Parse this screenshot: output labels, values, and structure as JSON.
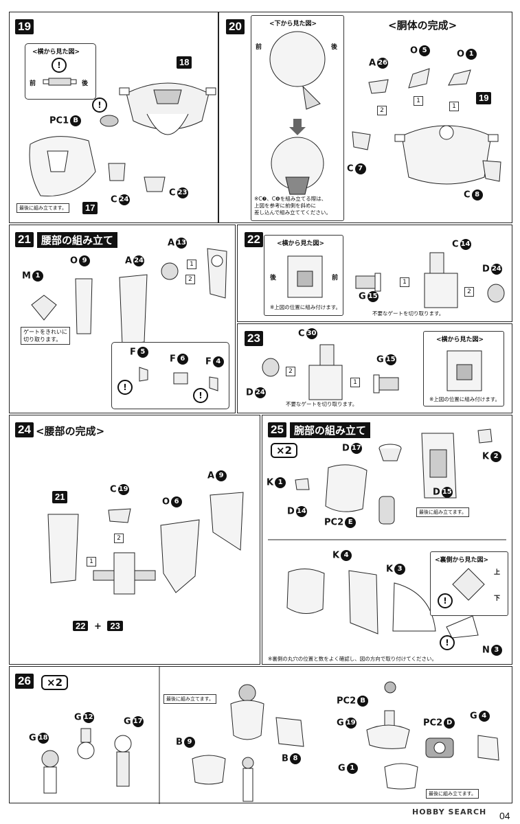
{
  "steps": {
    "s19": {
      "num": "19",
      "inset_title": "<横から見た図>",
      "front": "前",
      "back": "後",
      "pc1": "PC1",
      "pc1_id": "B",
      "c24": "C",
      "c24_id": "24",
      "c23": "C",
      "c23_id": "23",
      "ref18": "18",
      "ref17": "17",
      "last_note": "最後に組み立てます。"
    },
    "s20": {
      "num": "20",
      "inset_title": "<下から見た図>",
      "front": "前",
      "back": "後",
      "title": "<胴体の完成>",
      "a": "A",
      "a_id": "26",
      "o5": "O",
      "o5_id": "5",
      "o1": "O",
      "o1_id": "1",
      "c7": "C",
      "c7_id": "7",
      "c8": "C",
      "c8_id": "8",
      "ref19": "19",
      "seq1": "1",
      "seq2": "2",
      "note": "※C❼、C❽を組み立てる際は、\n上図を参考に前側を斜めに\n差し込んで組み立ててください。"
    },
    "s21": {
      "num": "21",
      "title": "腰部の組み立て",
      "m": "M",
      "m_id": "1",
      "o": "O",
      "o_id": "9",
      "a24": "A",
      "a24_id": "24",
      "a13": "A",
      "a13_id": "13",
      "f5": "F",
      "f5_id": "5",
      "f6": "F",
      "f6_id": "6",
      "f4": "F",
      "f4_id": "4",
      "seq1": "1",
      "seq2": "2",
      "gate_note": "ゲートをきれいに\n切り取ります。"
    },
    "s22": {
      "num": "22",
      "inset_title": "<横から見た図>",
      "back": "後",
      "front": "前",
      "inset_note": "※上図の位置に組み付けます。",
      "g": "G",
      "g_id": "15",
      "c": "C",
      "c_id": "14",
      "d": "D",
      "d_id": "24",
      "seq1": "1",
      "seq2": "2",
      "gate_note": "不要なゲートを切り取ります。"
    },
    "s23": {
      "num": "23",
      "c": "C",
      "c_id": "30",
      "g": "G",
      "g_id": "15",
      "d": "D",
      "d_id": "24",
      "inset_title": "<横から見た図>",
      "inset_note": "※上図の位置に組み付けます。",
      "seq1": "1",
      "seq2": "2",
      "gate_note": "不要なゲートを切り取ります。"
    },
    "s24": {
      "num": "24",
      "title": "<腰部の完成>",
      "c": "C",
      "c_id": "19",
      "o": "O",
      "o_id": "6",
      "a": "A",
      "a_id": "9",
      "ref21": "21",
      "ref22": "22",
      "plus": "+",
      "ref23": "23",
      "seq1": "1",
      "seq2": "2"
    },
    "s25": {
      "num": "25",
      "title": "腕部の組み立て",
      "mult": "×2",
      "d17": "D",
      "d17_id": "17",
      "k2": "K",
      "k2_id": "2",
      "k1": "K",
      "k1_id": "1",
      "d14": "D",
      "d14_id": "14",
      "d15": "D",
      "d15_id": "15",
      "pc2": "PC2",
      "pc2_id": "E",
      "last_note": "最後に組み立てます。",
      "k4": "K",
      "k4_id": "4",
      "k3": "K",
      "k3_id": "3",
      "inset_title": "<裏側から見た図>",
      "up": "上",
      "down": "下",
      "n3": "N",
      "n3_id": "3",
      "bottom_note": "※裏側の丸穴の位置と数をよく確認し、図の方向で取り付けてください。"
    },
    "s26": {
      "num": "26",
      "mult": "×2",
      "g18": "G",
      "g18_id": "18",
      "g12": "G",
      "g12_id": "12",
      "g17": "G",
      "g17_id": "17",
      "b9": "B",
      "b9_id": "9",
      "b8": "B",
      "b8_id": "8",
      "last_note1": "最後に組み立てます。",
      "pc2b": "PC2",
      "pc2b_id": "B",
      "g19": "G",
      "g19_id": "19",
      "pc2d": "PC2",
      "pc2d_id": "D",
      "g4": "G",
      "g4_id": "4",
      "g1": "G",
      "g1_id": "1",
      "last_note2": "最後に組み立てます。"
    }
  },
  "watermark": "HOBBY SEARCH",
  "page_number": "04"
}
